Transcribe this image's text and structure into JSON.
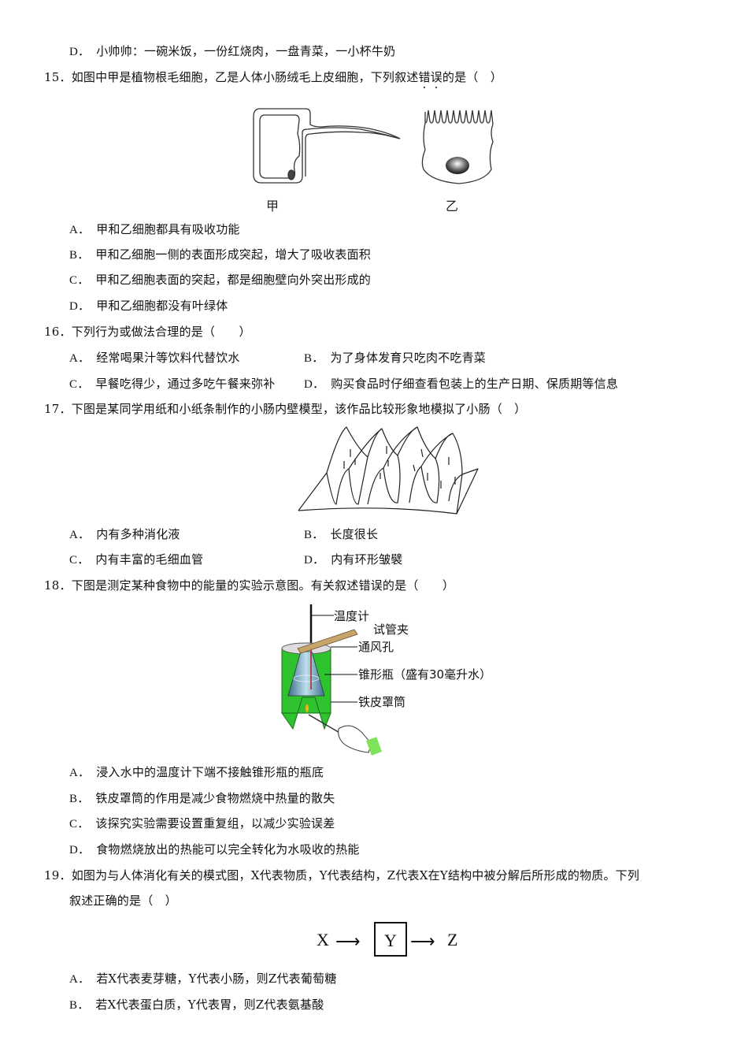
{
  "q14": {
    "option_d": {
      "letter": "D．",
      "text": "小帅帅：一碗米饭，一份红烧肉，一盘青菜，一小杯牛奶"
    }
  },
  "q15": {
    "number": "15．",
    "stem_before": "如图中甲是植物根毛细胞，乙是人体小肠绒毛上皮细胞，下列叙述",
    "stem_emph1": "错",
    "stem_emph2": "误",
    "stem_after": "的是（　）",
    "figure": {
      "label_left": "甲",
      "label_right": "乙"
    },
    "options": [
      {
        "letter": "A．",
        "text": "甲和乙细胞都具有吸收功能"
      },
      {
        "letter": "B．",
        "text": "甲和乙细胞一侧的表面形成突起，增大了吸收表面积"
      },
      {
        "letter": "C．",
        "text": "甲和乙细胞表面的突起，都是细胞壁向外突出形成的"
      },
      {
        "letter": "D．",
        "text": "甲和乙细胞都没有叶绿体"
      }
    ]
  },
  "q16": {
    "number": "16．",
    "stem": "下列行为或做法合理的是（　　）",
    "options": [
      {
        "letter": "A．",
        "text": "经常喝果汁等饮料代替饮水"
      },
      {
        "letter": "B．",
        "text": "为了身体发育只吃肉不吃青菜"
      },
      {
        "letter": "C．",
        "text": "早餐吃得少，通过多吃午餐来弥补"
      },
      {
        "letter": "D．",
        "text": "购买食品时仔细查看包装上的生产日期、保质期等信息"
      }
    ]
  },
  "q17": {
    "number": "17．",
    "stem": "下图是某同学用纸和小纸条制作的小肠内壁模型，该作品比较形象地模拟了小肠（　）",
    "options": [
      {
        "letter": "A．",
        "text": "内有多种消化液"
      },
      {
        "letter": "B．",
        "text": "长度很长"
      },
      {
        "letter": "C．",
        "text": "内有丰富的毛细血管"
      },
      {
        "letter": "D．",
        "text": "内有环形皱襞"
      }
    ]
  },
  "q18": {
    "number": "18．",
    "stem": "下图是测定某种食物中的能量的实验示意图。有关叙述错误的是（　　）",
    "figure": {
      "labels": [
        "温度计",
        "试管夹",
        "通风孔",
        "锥形瓶（盛有30毫升水）",
        "铁皮罩筒"
      ]
    },
    "options": [
      {
        "letter": "A．",
        "text": "浸入水中的温度计下端不接触锥形瓶的瓶底"
      },
      {
        "letter": "B．",
        "text": "铁皮罩筒的作用是减少食物燃烧中热量的散失"
      },
      {
        "letter": "C．",
        "text": "该探究实验需要设置重复组，以减少实验误差"
      },
      {
        "letter": "D．",
        "text": "食物燃烧放出的热能可以完全转化为水吸收的热能"
      }
    ]
  },
  "q19": {
    "number": "19．",
    "stem_line1": "如图为与人体消化有关的模式图，X代表物质，Y代表结构，Z代表X在Y结构中被分解后所形成的物质。下列",
    "stem_line2": "叙述正确的是（　）",
    "diagram": {
      "x": "X",
      "y": "Y",
      "z": "Z",
      "arrow": "⟶"
    },
    "options": [
      {
        "letter": "A．",
        "text": "若X代表麦芽糖，Y代表小肠，则Z代表葡萄糖"
      },
      {
        "letter": "B．",
        "text": "若X代表蛋白质，Y代表胃，则Z代表氨基酸"
      }
    ]
  }
}
